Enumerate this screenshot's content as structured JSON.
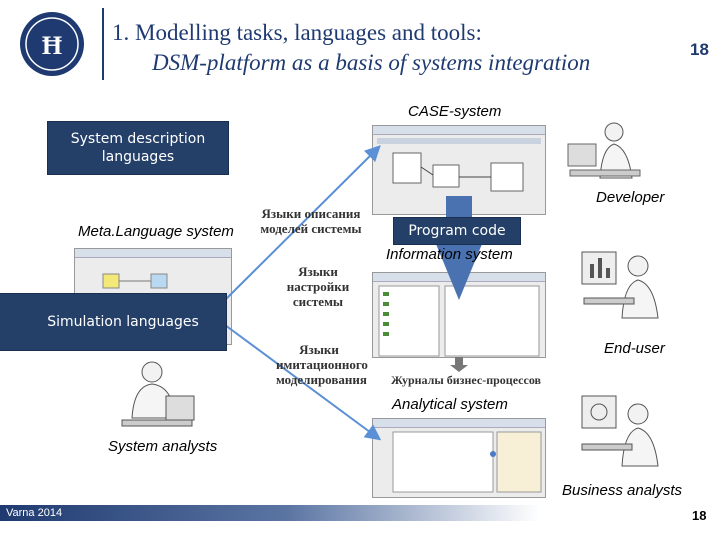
{
  "header": {
    "title_line1": "1.   Modelling tasks, languages and tools:",
    "title_line2": "DSM-platform as a basis of systems integration",
    "page_number": "18"
  },
  "labels": {
    "case_system": "CASE-system",
    "developer": "Developer",
    "metalanguage_system": "Meta.Language system",
    "information_system": "Information system",
    "end_user": "End-user",
    "analytical_system": "Analytical system",
    "system_analysts": "System analysts",
    "business_analysts": "Business analysts"
  },
  "callouts": {
    "system_description": "System description languages",
    "program_code": "Program code",
    "simulation_languages": "Simulation languages"
  },
  "russian_labels": {
    "description_languages": "Языки описания моделей системы",
    "customization_languages": "Языки настройки системы",
    "simulation_languages": "Языки имитационного моделирования",
    "business_logs": "Журналы бизнес-процессов"
  },
  "icons": [
    "university-logo-icon",
    "developer-person-icon",
    "end-user-person-icon",
    "system-analyst-person-icon",
    "business-analyst-person-icon"
  ],
  "colors": {
    "brand": "#1f3a70",
    "callout": "#243f68",
    "arrow": "#5b8fd6"
  },
  "footer": {
    "event": "Varna 2014",
    "page_number": "18"
  }
}
